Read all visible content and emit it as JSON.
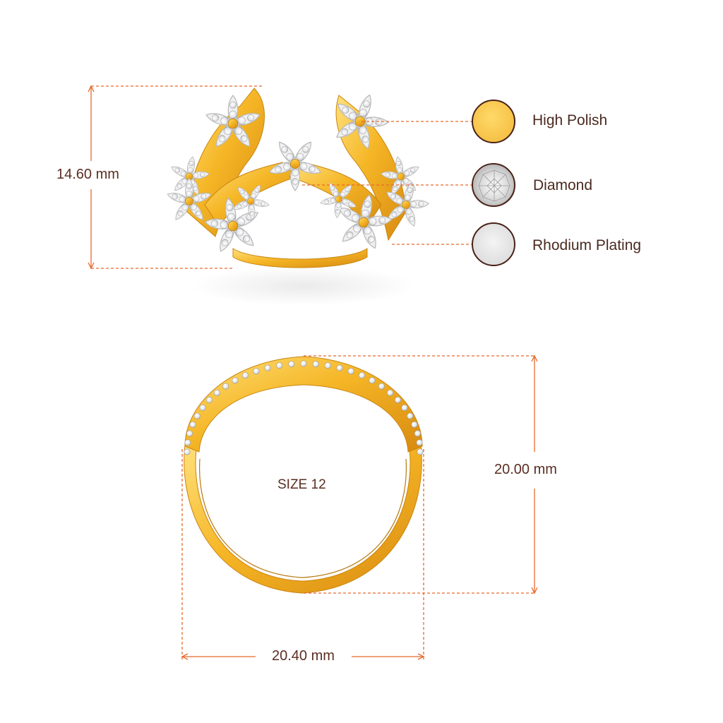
{
  "dimensions": {
    "height_top": "14.60 mm",
    "height_side": "20.00 mm",
    "width_side": "20.40 mm",
    "size": "SIZE 12"
  },
  "legend": {
    "items": [
      {
        "label": "High Polish",
        "icon": "gold-swatch-icon",
        "color": "#f7c648"
      },
      {
        "label": "Diamond",
        "icon": "diamond-swatch-icon",
        "color": "#e6e6e6"
      },
      {
        "label": "Rhodium Plating",
        "icon": "rhodium-swatch-icon",
        "color": "#e8e8e8"
      }
    ]
  },
  "colors": {
    "accent_line": "#e8692c",
    "text": "#5a2e22",
    "gold": "#f4b524",
    "gold_dark": "#d98a12",
    "swatch_border": "#4a2218"
  }
}
